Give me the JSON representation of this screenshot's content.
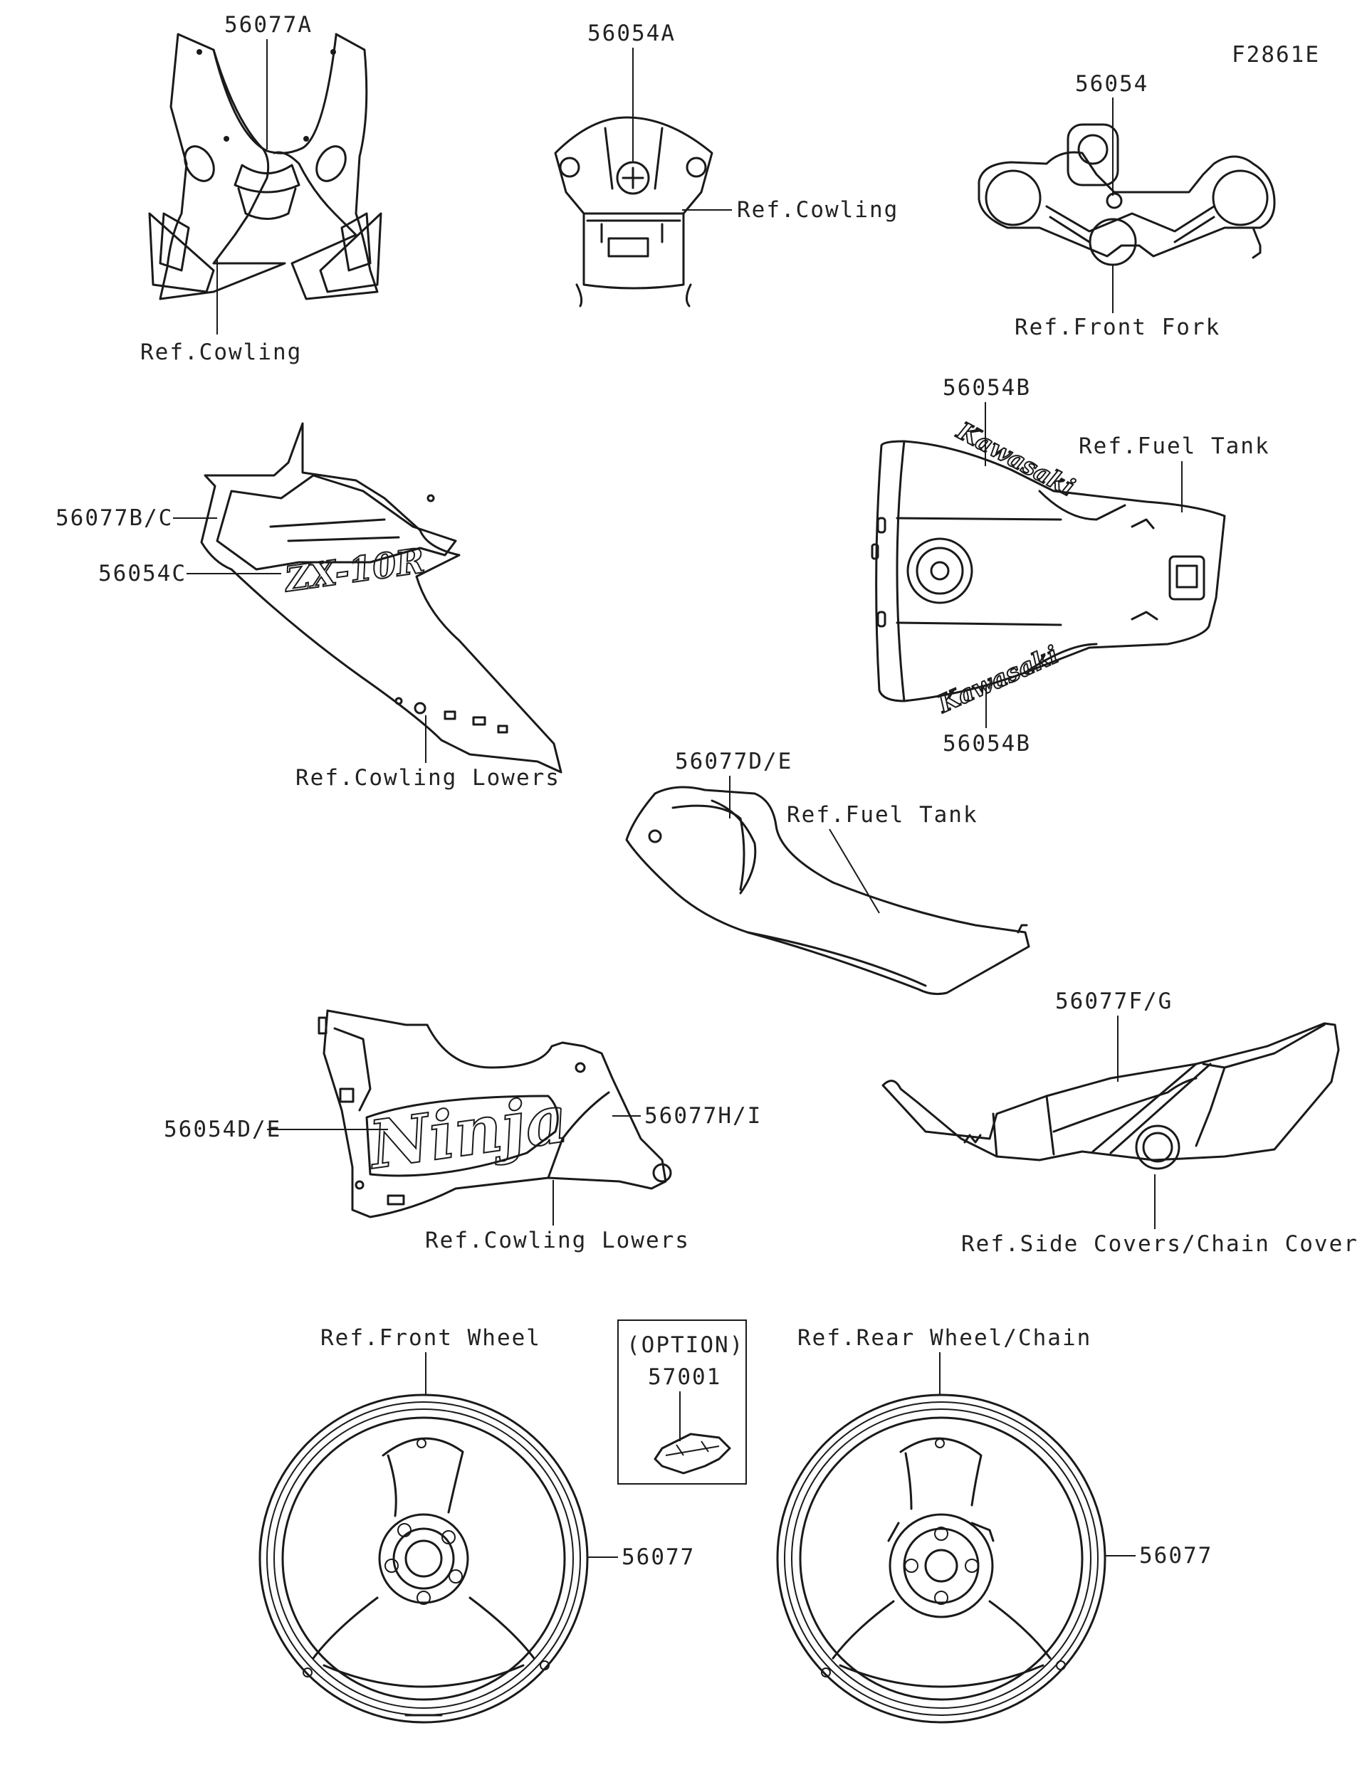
{
  "figure_code": "F2861E",
  "labels": {
    "screen_part": "56077A",
    "screen_ref": "Ref.Cowling",
    "meter_part": "56054A",
    "meter_ref": "Ref.Cowling",
    "fork_part": "56054",
    "fork_ref": "Ref.Front Fork",
    "cowl_part_1": "56077B/C",
    "cowl_part_2": "56054C",
    "cowl_ref": "Ref.Cowling Lowers",
    "tank_part_top": "56054B",
    "tank_part_bottom": "56054B",
    "tank_ref": "Ref.Fuel Tank",
    "tankside_part": "56077D/E",
    "tankside_ref": "Ref.Fuel Tank",
    "lower_part_1": "56054D/E",
    "lower_part_2": "56077H/I",
    "lower_ref": "Ref.Cowling Lowers",
    "sidecover_part": "56077F/G",
    "sidecover_ref": "Ref.Side Covers/Chain Cover",
    "front_wheel_ref": "Ref.Front Wheel",
    "front_wheel_part": "56077",
    "option_title": "(OPTION)",
    "option_part": "57001",
    "rear_wheel_ref": "Ref.Rear Wheel/Chain",
    "rear_wheel_part": "56077"
  },
  "decals": {
    "cowl_logo": "ZX-10R",
    "tank_logo_top": "Kawasaki",
    "tank_logo_bottom": "Kawasaki",
    "lower_logo": "Ninja"
  },
  "colors": {
    "line": "#1a1a1a",
    "background": "#ffffff"
  }
}
